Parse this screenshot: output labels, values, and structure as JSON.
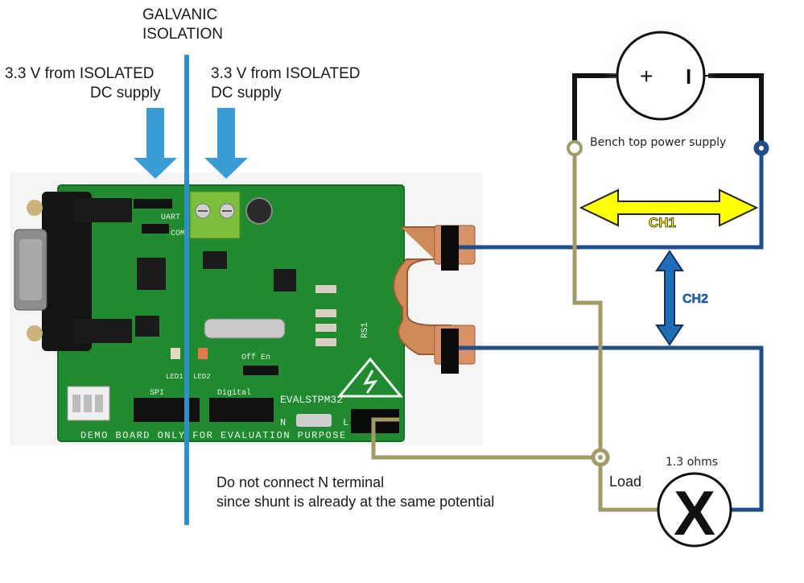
{
  "labels": {
    "galvanic_line1": "GALVANIC",
    "galvanic_line2": "ISOLATION",
    "left_supply_line1": "3.3 V from ISOLATED",
    "left_supply_line2": "DC supply",
    "right_supply_line1": "3.3 V from ISOLATED",
    "right_supply_line2": "DC supply",
    "bench_supply": "Bench top power supply",
    "ch1": "CH1",
    "ch2": "CH2",
    "load": "Load",
    "load_value": "1.3 ohms",
    "warning_line1": "Do not connect N terminal",
    "warning_line2": "since shunt is already at the same potential",
    "supply_plus": "+",
    "supply_minus": "I",
    "load_symbol": "X"
  },
  "board": {
    "name": "EVALSTPM32",
    "footer": "DEMO BOARD ONLY FOR EVALUATION PURPOSE",
    "uart": "UART",
    "com": "COM",
    "spi": "SPI",
    "digital": "Digital",
    "led1": "LED1",
    "led2": "LED2",
    "off_en": "Off  En",
    "rs1": "RS1",
    "n": "N",
    "l": "L"
  },
  "colors": {
    "isolation_line": "#2f8fc9",
    "arrow_blue": "#3a9bd5",
    "wire_navy": "#1f4e8a",
    "wire_olive": "#a39a6a",
    "wire_black": "#111111",
    "ch1_arrow": "#ffff00",
    "pcb_green": "#1f8a2e",
    "copper": "#d08a5a"
  },
  "icons": [
    "down-arrow-icon",
    "bench-supply-icon",
    "load-x-icon",
    "high-voltage-warning-icon"
  ]
}
